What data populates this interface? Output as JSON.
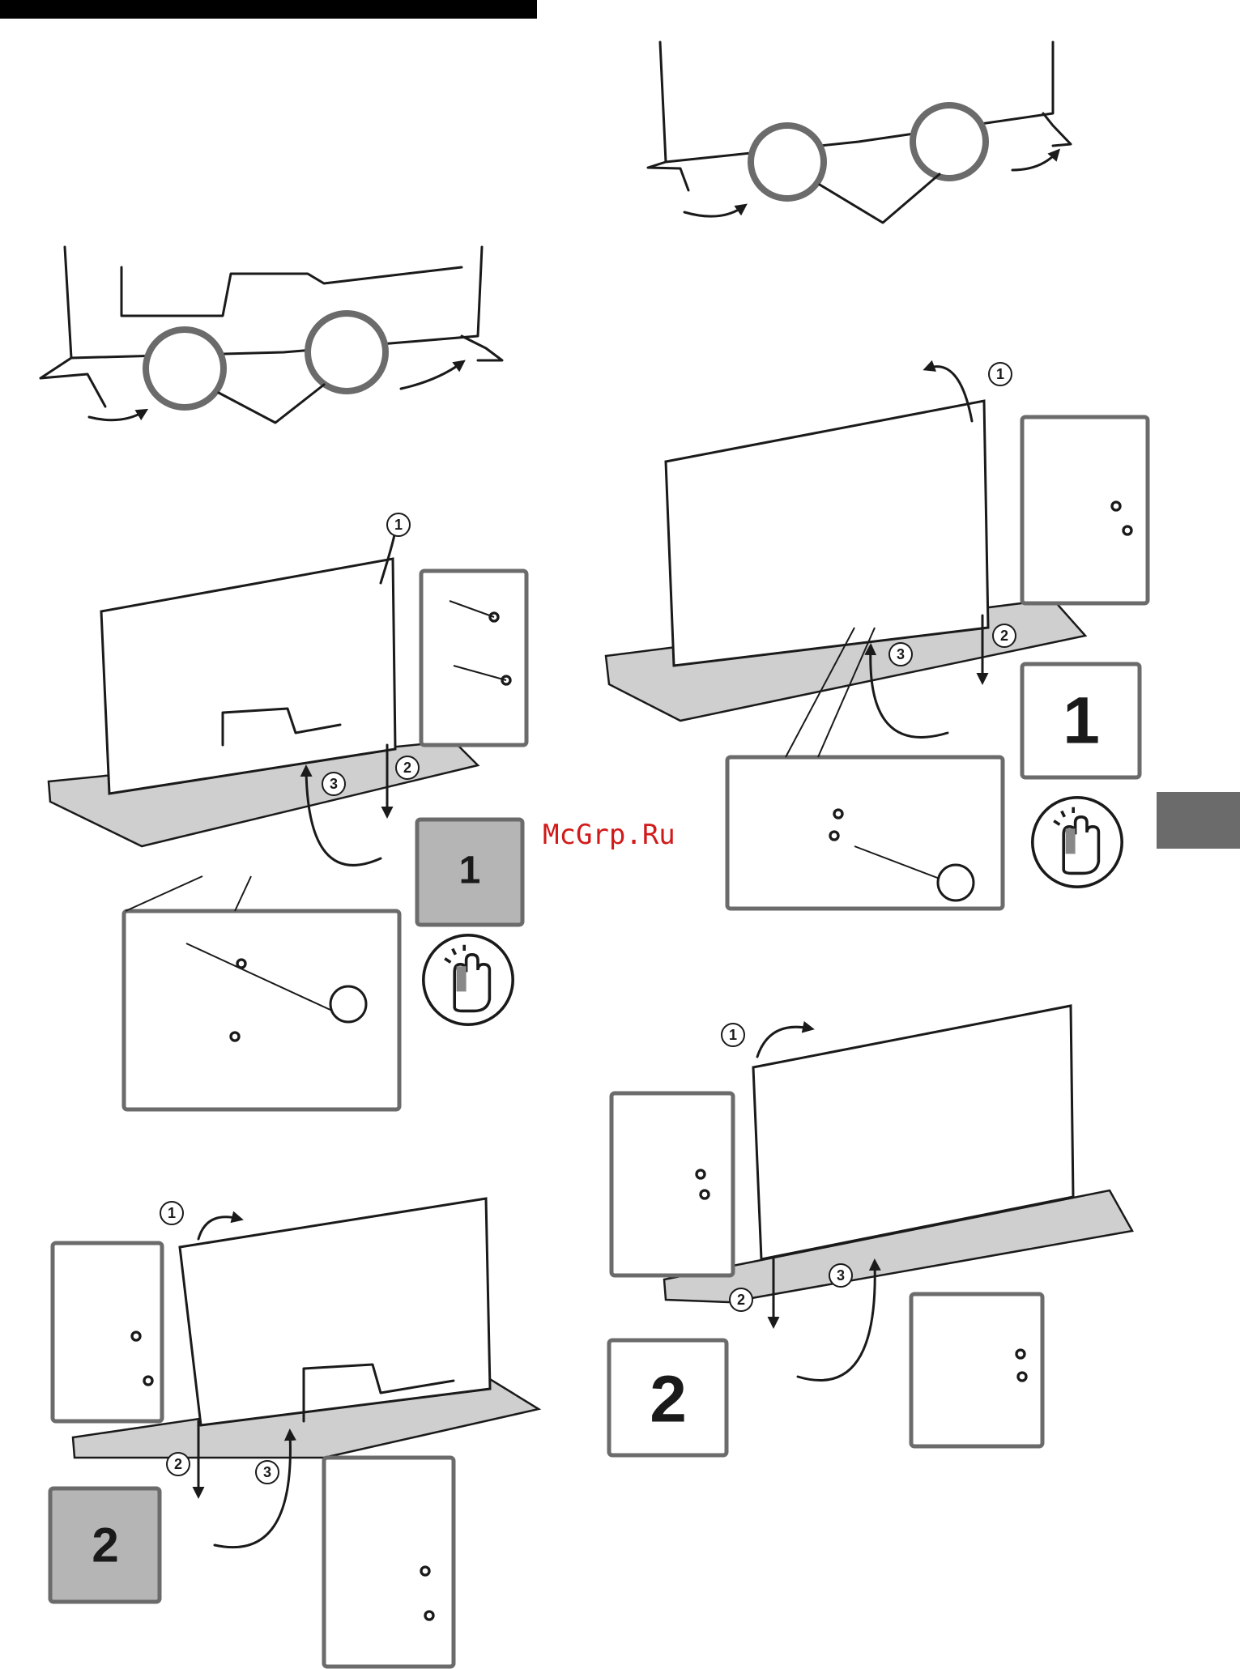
{
  "watermark": {
    "text": "McGrp.Ru",
    "color": "#d11a1a"
  },
  "steps": {
    "s1": "1",
    "s2": "2",
    "s3": "3"
  },
  "stand_labels": {
    "one": "1",
    "two": "2"
  },
  "colors": {
    "header_bar": "#000000",
    "side_tab": "#6b6b6b",
    "frame": "#6b6b6b",
    "stand_surface": "#cfcfcf",
    "detail_fill": "#b5b5b5"
  },
  "icons": [
    "hand-press-icon",
    "screwdriver-icon",
    "screw-icon",
    "rotate-arrow-icon",
    "curved-arrow-icon"
  ]
}
